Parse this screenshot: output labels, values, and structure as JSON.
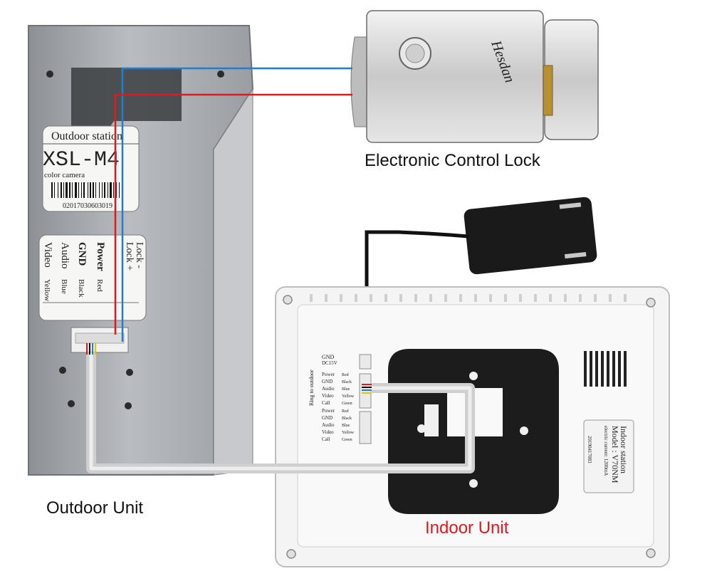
{
  "captions": {
    "lock": "Electronic Control Lock",
    "outdoor": "Outdoor Unit",
    "indoor": "Indoor Unit"
  },
  "outdoor_label": {
    "title": "Outdoor station",
    "model": "XSL-M4",
    "subtitle": "color camera",
    "serial": "02017030603019"
  },
  "outdoor_terminals": {
    "names": [
      "Lock +",
      "Power",
      "GND",
      "Audio",
      "Video"
    ],
    "colors": [
      "Red",
      "Black",
      "Blue",
      "Yellow"
    ],
    "lock_minus": "Lock -"
  },
  "lock_brand": "Hesdan",
  "indoor_label": {
    "title": "Indoor station",
    "model": "Model : V70NM",
    "line3": "electric current: 1200mA",
    "serial": "20190417083"
  },
  "indoor_terminals": {
    "gnd": "GND",
    "dc": "DC15V",
    "ring": "Ring to outdoor",
    "group1": [
      "Power",
      "GND",
      "Audio",
      "Video",
      "Call"
    ],
    "group2": [
      "Power",
      "GND",
      "Audio",
      "Video",
      "Call"
    ],
    "colors": [
      "Red",
      "Black",
      "Blue",
      "Yellow",
      "Green"
    ]
  },
  "colors": {
    "wire_red": "#e0191f",
    "wire_blue": "#1e7fd0",
    "indoor_caption": "#e0191f",
    "metal": "#a9acb0",
    "adapter": "#1a1a1a"
  }
}
